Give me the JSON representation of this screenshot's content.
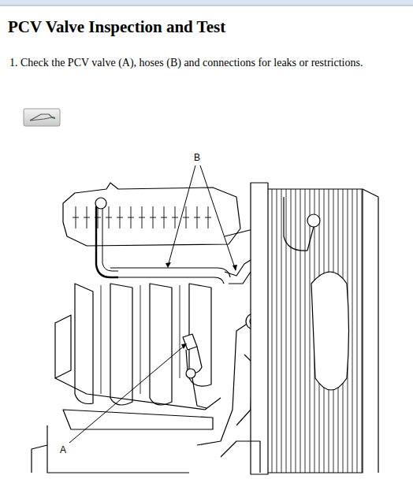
{
  "diagram": {
    "title": "PCV Valve Inspection and Test",
    "labels": [
      "1. Check the PCV valve (A), hoses (B) and connections for leaks or restrictions.",
      "B",
      "A"
    ]
  }
}
